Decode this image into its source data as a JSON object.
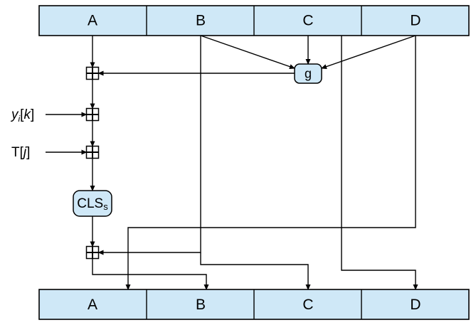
{
  "palette": {
    "box_fill": "#cfe8f7",
    "stroke": "#000000",
    "background": "#ffffff"
  },
  "top_bar": {
    "cells": [
      "A",
      "B",
      "C",
      "D"
    ]
  },
  "bottom_bar": {
    "cells": [
      "A",
      "B",
      "C",
      "D"
    ]
  },
  "function_box": {
    "label": "g"
  },
  "shift_box": {
    "label_main": "CLS",
    "label_sub": "s"
  },
  "inputs": {
    "y_base": "y",
    "y_sub": "i",
    "y_open": "[",
    "y_arg": "k",
    "y_close": "]",
    "t_base": "T",
    "t_open": "[",
    "t_arg": "j",
    "t_close": "]"
  },
  "icons": {
    "adder": "boxed-plus (modular addition)",
    "arrowhead": "filled-triangle"
  }
}
